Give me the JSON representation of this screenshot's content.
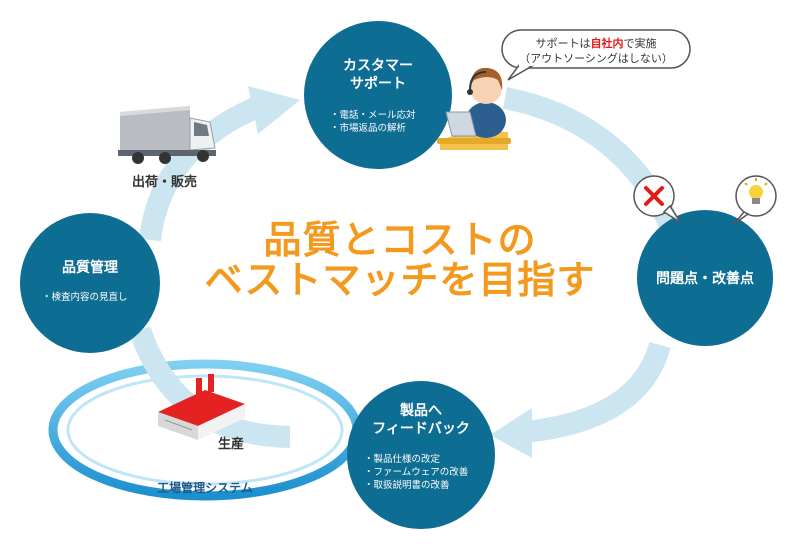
{
  "headline": {
    "line1": "品質とコストの",
    "line2": "ベストマッチを目指す"
  },
  "nodes": {
    "customer_support": {
      "title_line1": "カスタマー",
      "title_line2": "サポート",
      "items": [
        "・電話・メール応対",
        "・市場返品の解析"
      ]
    },
    "issues": {
      "title": "問題点・改善点"
    },
    "feedback": {
      "title_line1": "製品へ",
      "title_line2": "フィードバック",
      "items": [
        "・製品仕様の改定",
        "・ファームウェアの改善",
        "・取扱説明書の改善"
      ]
    },
    "quality": {
      "title": "品質管理",
      "items": [
        "・検査内容の見直し"
      ]
    }
  },
  "labels": {
    "shipping": "出荷・販売",
    "production": "生産",
    "factory_system": "工場管理システム"
  },
  "speech_bubble": {
    "line1_prefix": "サポートは",
    "line1_highlight": "自社内",
    "line1_suffix": "で実施",
    "line2": "（アウトソーシングはしない）"
  },
  "colors": {
    "node_fill": "#0e6d92",
    "cycle_arrow": "#cbe5f1",
    "headline": "#f39a1e",
    "factory_roof": "#e42222",
    "highlight": "#e21b1b",
    "ring": "#2a9fd6"
  },
  "icons": {
    "truck": "truck-icon",
    "operator": "support-operator-icon",
    "cross": "cross-icon",
    "lightbulb": "lightbulb-icon",
    "factory": "factory-icon"
  }
}
